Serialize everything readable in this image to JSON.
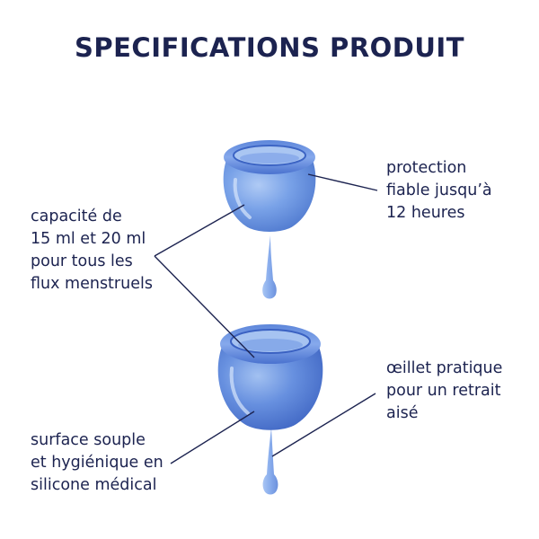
{
  "title": "SPECIFICATIONS PRODUIT",
  "labels": {
    "capacity": [
      "capacité de",
      "15 ml et 20 ml",
      "pour tous les",
      "flux menstruels"
    ],
    "protection": [
      "protection",
      "fiable jusqu’à",
      "12 heures"
    ],
    "eyelet": [
      "œillet pratique",
      "pour un retrait",
      "aisé"
    ],
    "surface": [
      "surface souple",
      "et hygiénique en",
      "silicone médical"
    ]
  },
  "colors": {
    "text": "#1c2350",
    "cup_light": "#6f9be6",
    "cup_dark": "#3a64c8",
    "leader_line": "#1c2350"
  }
}
